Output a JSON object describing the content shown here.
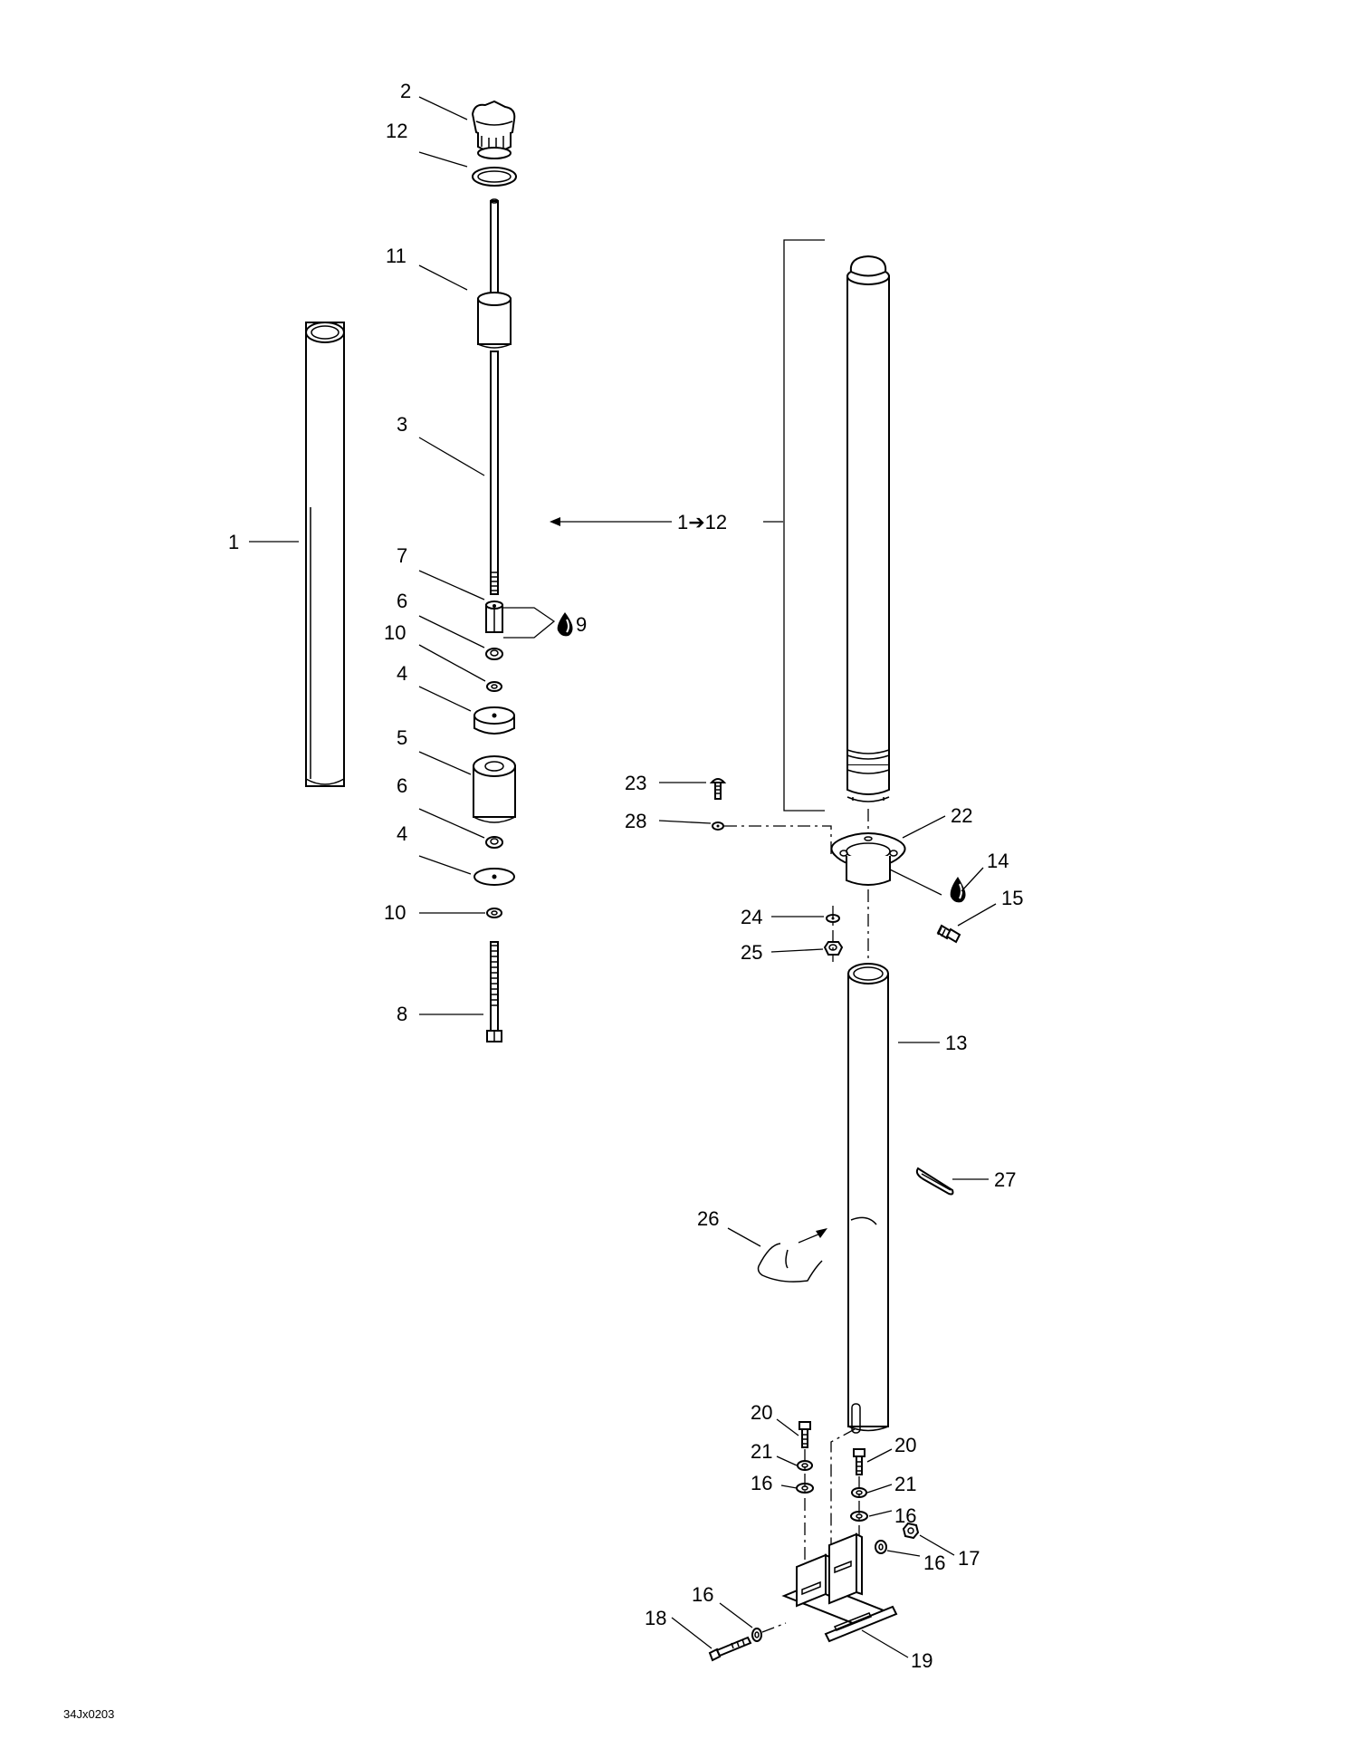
{
  "figure": {
    "drawing_code": "34Jx0203",
    "assembly_callout": "1➔12",
    "lubricant_icon": "oil-drop-icon"
  },
  "callouts": {
    "c1": "1",
    "c2": "2",
    "c3": "3",
    "c4a": "4",
    "c4b": "4",
    "c5": "5",
    "c6a": "6",
    "c6b": "6",
    "c7": "7",
    "c8": "8",
    "c9": "9",
    "c10a": "10",
    "c10b": "10",
    "c11": "11",
    "c12": "12",
    "c13": "13",
    "c14": "14",
    "c15": "15",
    "c16a": "16",
    "c16b": "16",
    "c16c": "16",
    "c16d": "16",
    "c17": "17",
    "c18": "18",
    "c19": "19",
    "c20a": "20",
    "c20b": "20",
    "c21a": "21",
    "c21b": "21",
    "c22": "22",
    "c23": "23",
    "c24": "24",
    "c25": "25",
    "c26": "26",
    "c27": "27",
    "c28": "28"
  }
}
